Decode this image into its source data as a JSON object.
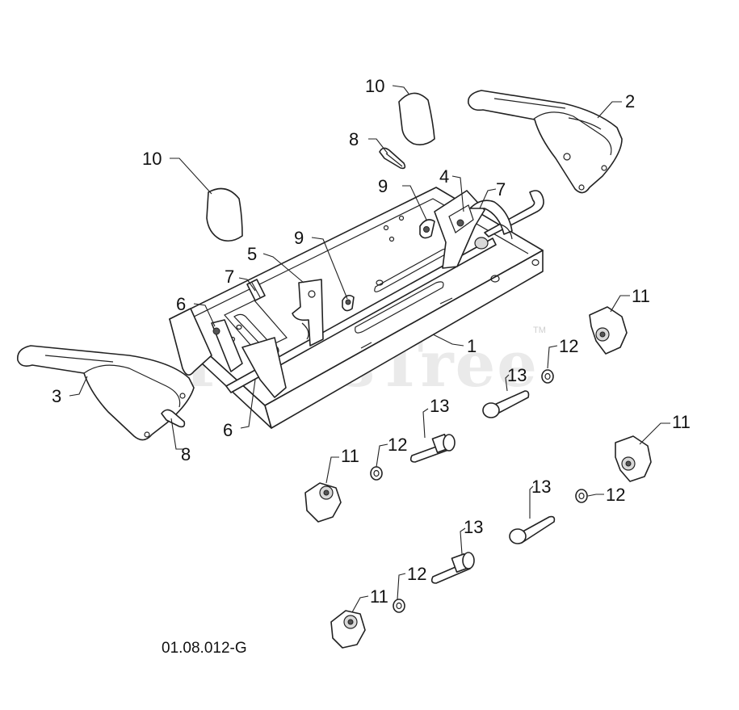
{
  "watermark": {
    "text": "PartsTree",
    "tm": "TM"
  },
  "diagram_ref": "01.08.012-G",
  "callouts": {
    "c10a": "10",
    "c10b": "10",
    "c2": "2",
    "c8a": "8",
    "c9a": "9",
    "c4": "4",
    "c7a": "7",
    "c9b": "9",
    "c5": "5",
    "c7b": "7",
    "c6a": "6",
    "c11a": "11",
    "c1": "1",
    "c12a": "12",
    "c13a": "13",
    "c3": "3",
    "c8b": "8",
    "c6b": "6",
    "c13b": "13",
    "c12b": "12",
    "c11b": "11",
    "c11c": "11",
    "c13c": "13",
    "c12c": "12",
    "c13d": "13",
    "c12d": "12",
    "c11d": "11"
  }
}
